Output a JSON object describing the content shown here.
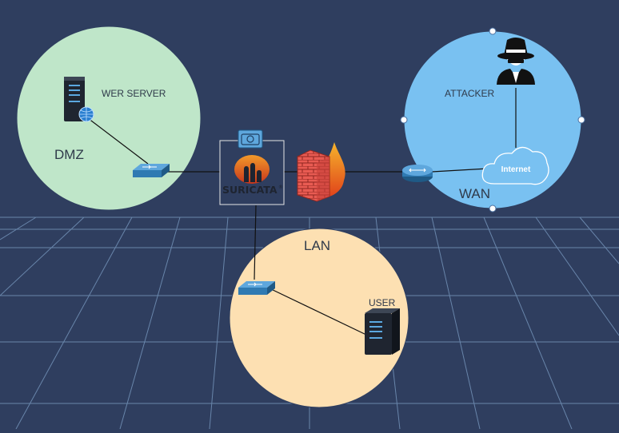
{
  "zones": {
    "dmz": {
      "label": "DMZ",
      "server_label": "WER SERVER",
      "fill": "#bfe6c9"
    },
    "wan": {
      "label": "WAN",
      "attacker_label": "ATTACKER",
      "cloud_label": "Internet",
      "fill": "#79c1f1"
    },
    "lan": {
      "label": "LAN",
      "user_label": "USER",
      "fill": "#fde0b2"
    }
  },
  "ids": {
    "brand_text": "SURICATA",
    "brand_mark": "®"
  },
  "colors": {
    "background": "#2f3e5f",
    "grid": "#6f8db3",
    "link": "#111111",
    "switch": "#2f7ab2",
    "firewall_brick": "#c8413b",
    "flame": "#f08a1c"
  }
}
